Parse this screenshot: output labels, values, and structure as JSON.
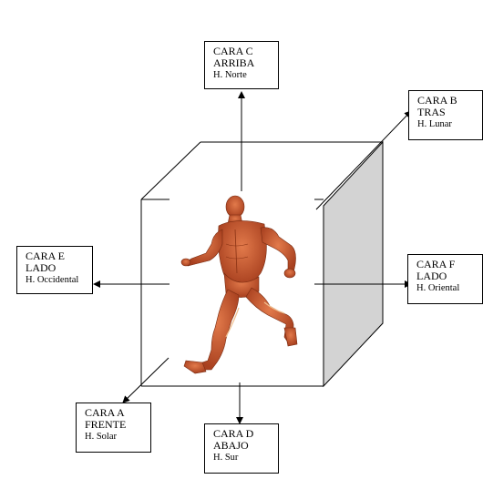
{
  "faces": {
    "c": {
      "line1": "CARA C",
      "line2": "ARRIBA",
      "line3": "H. Norte"
    },
    "b": {
      "line1": "CARA B",
      "line2": "TRAS",
      "line3": "H. Lunar"
    },
    "e": {
      "line1": "CARA E",
      "line2": "LADO",
      "line3": "H. Occidental"
    },
    "f": {
      "line1": "CARA F",
      "line2": "LADO",
      "line3": "H. Oriental"
    },
    "a": {
      "line1": "CARA A",
      "line2": "FRENTE",
      "line3": "H. Solar"
    },
    "d": {
      "line1": "CARA D",
      "line2": "ABAJO",
      "line3": "H. Sur"
    }
  },
  "figure": {
    "icon": "running-anatomical-figure",
    "skin_color": "#c8542a",
    "shadow_face_color": "#d3d3d3"
  }
}
